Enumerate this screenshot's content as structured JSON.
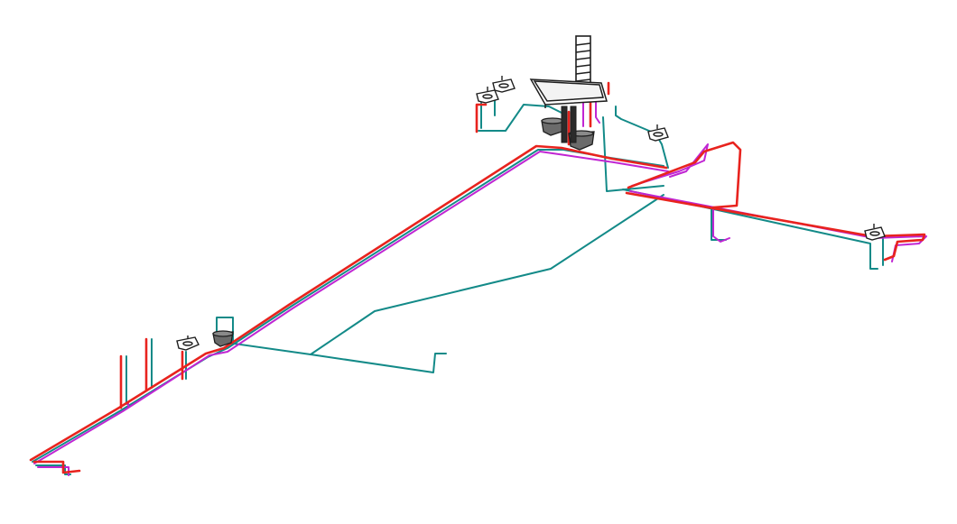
{
  "diagram": {
    "type": "isometric-plumbing-schematic",
    "background": "#ffffff",
    "pipe_colors": {
      "hot_water": "#e8231e",
      "circulation": "#c026d3",
      "cold_water": "#138a88",
      "fixture_outline": "#1f1f1f",
      "fixture_fill": "#6b6b6b"
    },
    "fixture_types": [
      "washbasin",
      "bathtub",
      "toilet",
      "towel-radiator"
    ],
    "systems": [
      "hot-water-pipe",
      "circulation-pipe",
      "cold-water-pipe"
    ]
  }
}
